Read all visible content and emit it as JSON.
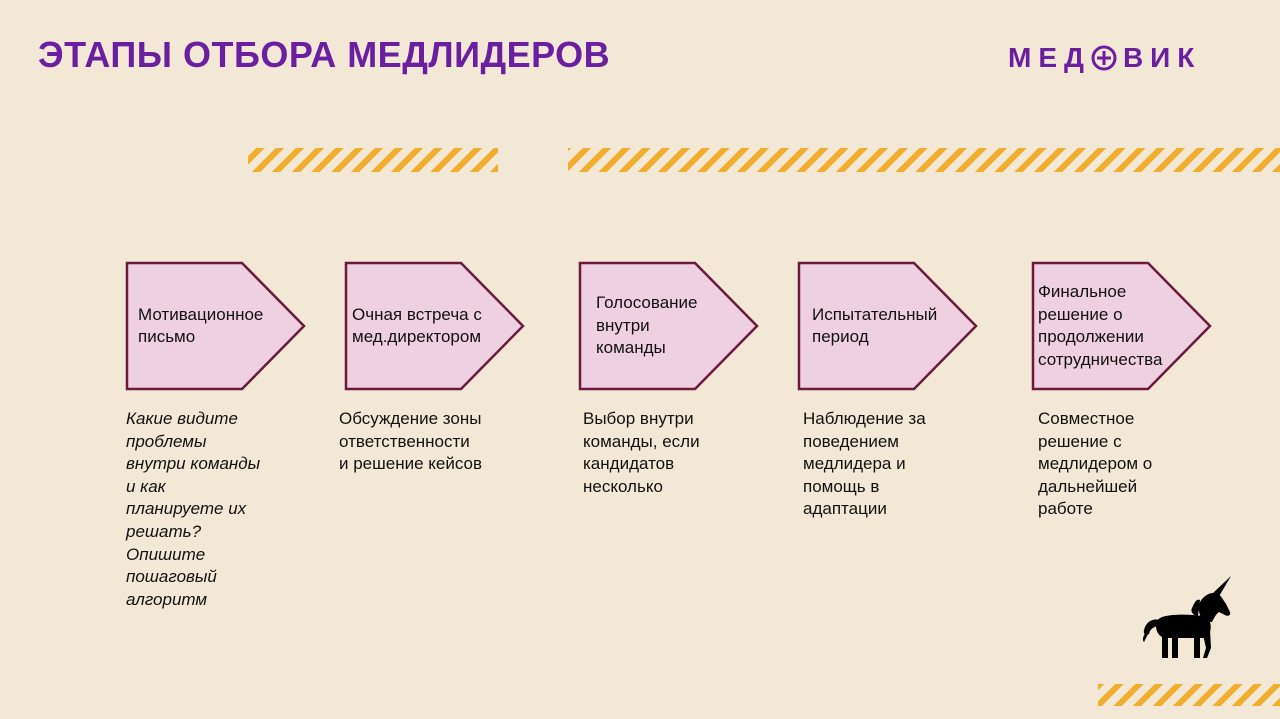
{
  "header": {
    "title": "ЭТАПЫ ОТБОРА МЕДЛИДЕРОВ",
    "logo_left": "МЕД",
    "logo_right": "ВИК"
  },
  "colors": {
    "brand": "#6a1fa0",
    "arrow_fill": "#efd0e1",
    "arrow_stroke": "#6b1a3d",
    "stripe": "#f1ad2e",
    "background": "#f3e7d6"
  },
  "stages": [
    {
      "label": "Мотивационное\nписьмо",
      "description": "Какие видите\nпроблемы\nвнутри команды\nи как\nпланируете их\nрешать?\nОпишите\nпошаговый\nалгоритм"
    },
    {
      "label": "Очная встреча с\nмед.директором",
      "description": "Обсуждение зоны\nответственности\nи решение кейсов"
    },
    {
      "label": "Голосование\nвнутри\nкоманды",
      "description": "Выбор внутри\nкоманды, если\nкандидатов\nнесколько"
    },
    {
      "label": "Испытательный\nпериод",
      "description": "Наблюдение за\nповедением\nмедлидера и\nпомощь в\nадаптации"
    },
    {
      "label": "Финальное\nрешение о\nпродолжении\nсотрудничества",
      "description": "Совместное\nрешение с\nмедлидером о\nдальнейшей\nработе"
    }
  ],
  "icons": {
    "logo_mark": "plus-circle-icon",
    "mascot": "unicorn-icon"
  }
}
